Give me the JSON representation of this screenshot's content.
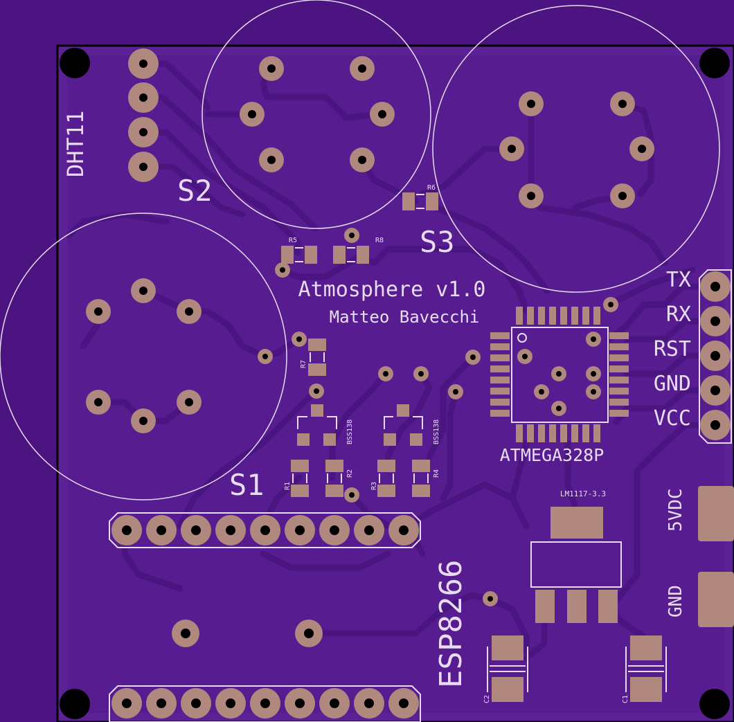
{
  "board": {
    "title": "Atmosphere v1.0",
    "author": "Matteo Bavecchi"
  },
  "labels": {
    "dht11": "DHT11",
    "s1": "S1",
    "s2": "S2",
    "s3": "S3",
    "esp8266": "ESP8266",
    "atmega": "ATMEGA328P",
    "regulator": "LM1117-3.3",
    "bss1": "BSS138",
    "bss2": "BSS138",
    "vdc5": "5VDC",
    "gnd_power": "GND",
    "r1": "R1",
    "r2": "R2",
    "r3": "R3",
    "r4": "R4",
    "r5": "R5",
    "r6": "R6",
    "r7": "R7",
    "r8": "R8",
    "c1": "C1",
    "c2": "C2"
  },
  "header_pins": [
    "TX",
    "RX",
    "RST",
    "GND",
    "VCC"
  ],
  "colors": {
    "background": "#4b1481",
    "board": "#5b2195",
    "trace": "#4f1a88",
    "copper": "#b0887e",
    "silk": "#e8dcf2",
    "outline": "#000000"
  }
}
